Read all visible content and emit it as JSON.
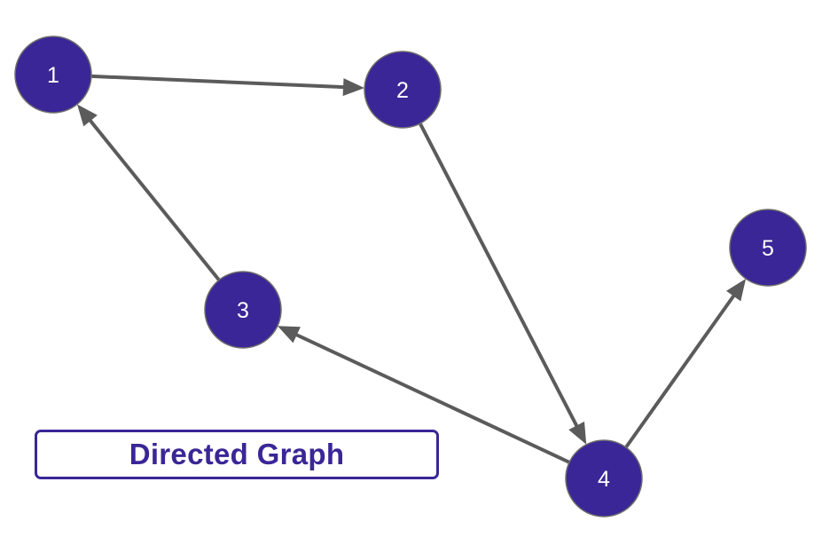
{
  "title": "Directed Graph",
  "colors": {
    "node_fill": "#3a2696",
    "edge": "#5b5b5b",
    "title": "#3a2696",
    "background": "#ffffff"
  },
  "nodes": [
    {
      "id": "1",
      "label": "1"
    },
    {
      "id": "2",
      "label": "2"
    },
    {
      "id": "3",
      "label": "3"
    },
    {
      "id": "4",
      "label": "4"
    },
    {
      "id": "5",
      "label": "5"
    }
  ],
  "edges": [
    {
      "from": "1",
      "to": "2"
    },
    {
      "from": "2",
      "to": "4"
    },
    {
      "from": "3",
      "to": "1"
    },
    {
      "from": "4",
      "to": "3"
    },
    {
      "from": "4",
      "to": "5"
    }
  ]
}
